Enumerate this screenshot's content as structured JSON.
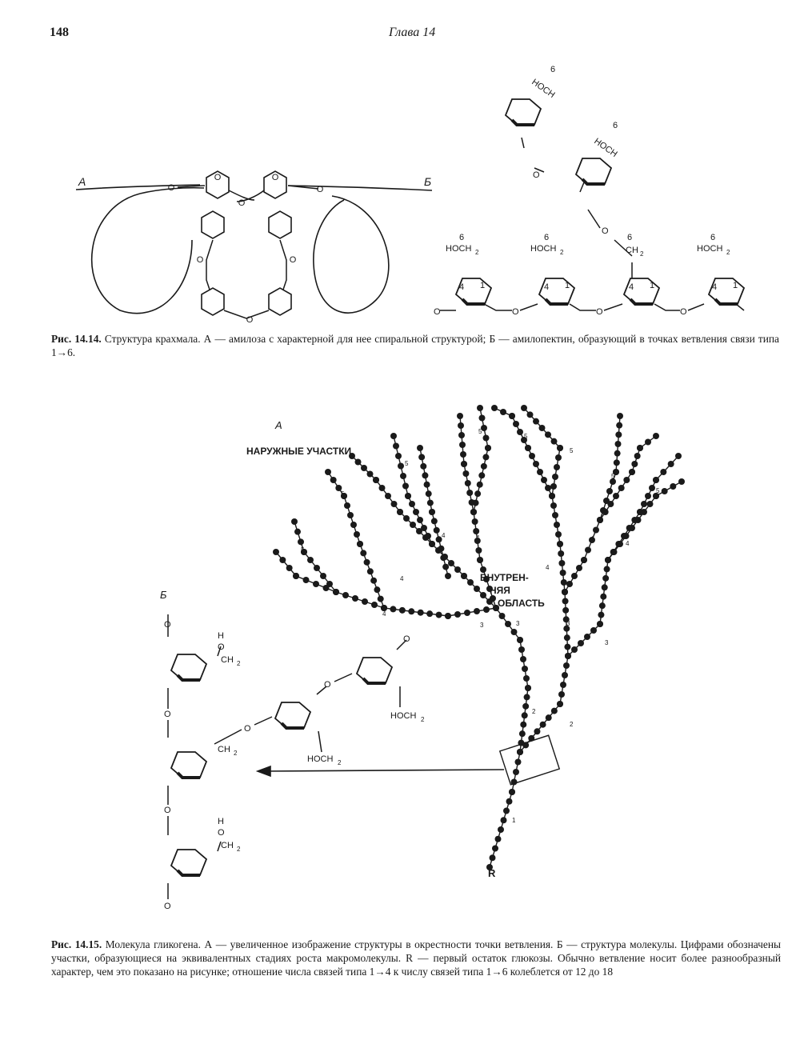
{
  "header": {
    "page_number": "148",
    "chapter": "Глава 14"
  },
  "figure_14_14": {
    "label_a": "A",
    "label_b": "Б",
    "ring_oxygen": "O",
    "hoch2": "HOCH",
    "ch2": "CH",
    "sub2": "2",
    "carbon_6": "6",
    "carbon_4": "4",
    "carbon_1": "1",
    "caption_number": "Рис. 14.14.",
    "caption_text": "Структура крахмала. А — амилоза с характерной для нее спиральной структурой; Б — амилопектин, образующий в точках ветвления связи типа 1→6."
  },
  "figure_14_15": {
    "label_a": "A",
    "label_b": "Б",
    "outer_label": "НАРУЖНЫЕ УЧАСТКИ",
    "inner_line1": "ВНУТРЕН-",
    "inner_line2": "НЯЯ",
    "inner_line3": "ОБЛАСТЬ",
    "root_label": "R",
    "tier_numbers": [
      "1",
      "2",
      "3",
      "4",
      "5"
    ],
    "h_label": "H",
    "hoch2": "HOCH",
    "ch2": "CH",
    "sub2": "2",
    "caption_number": "Рис. 14.15.",
    "caption_text": "Молекула гликогена. А — увеличенное изображение структуры в окрестности точки ветвления. Б — структура молекулы. Цифрами обозначены участки, образующиеся на эквивалентных стадиях роста макромолекулы. R — первый остаток глюкозы. Обычно ветвление носит более разнообразный характер, чем это показано на рисунке; отношение числа связей типа 1→4 к числу связей типа 1→6 колеблется от 12 до 18"
  }
}
